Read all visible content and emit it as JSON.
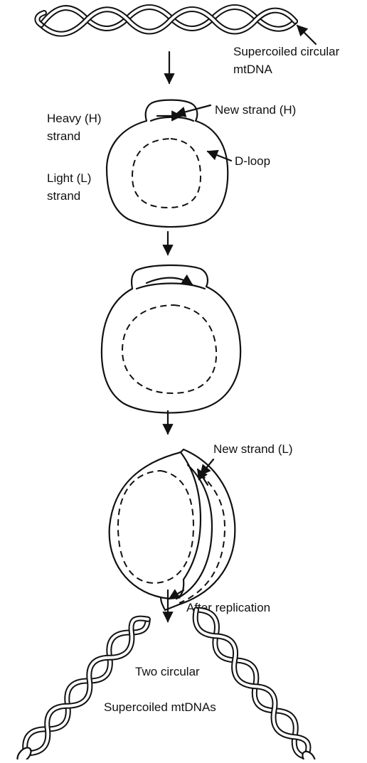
{
  "labels": {
    "supercoiled_line1": "Supercoiled circular",
    "supercoiled_line2": "mtDNA",
    "new_strand_h": "New strand (H)",
    "heavy_line1": "Heavy (H)",
    "heavy_line2": "strand",
    "dloop": "D-loop",
    "light_line1": "Light (L)",
    "light_line2": "strand",
    "new_strand_l": "New strand (L)",
    "after_replication": "After replication",
    "two_circular": "Two circular",
    "supercoiled_mtdnas": "Supercoiled mtDNAs"
  },
  "colors": {
    "stroke": "#111111",
    "background": "#ffffff"
  }
}
